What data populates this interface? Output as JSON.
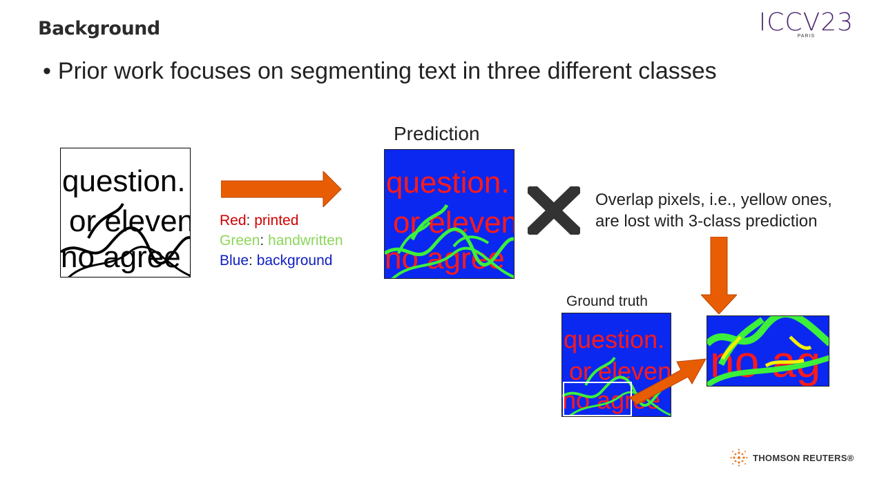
{
  "slide": {
    "title": "Background",
    "bullet": "Prior work focuses on segmenting text in three different classes"
  },
  "conference_logo": {
    "name": "ICCV23",
    "city": "PARIS"
  },
  "legend": {
    "red_key": "Red",
    "red_value": "printed",
    "green_key": "Green",
    "green_value": "handwritten",
    "blue_key": "Blue",
    "blue_value": "background",
    "separator": ": "
  },
  "prediction_label": "Prediction",
  "overlap_note": {
    "line1": "Overlap pixels, i.e., yellow ones,",
    "line2": "are lost with 3-class prediction"
  },
  "ground_truth_label": "Ground truth",
  "sample_text": {
    "line1": "question.",
    "line2": "or eleven",
    "line3": "no agree",
    "crop": "no ag"
  },
  "sponsor_logo": "THOMSON REUTERS®",
  "colors": {
    "orange_arrow": "#e85d04",
    "pred_bg": "#0a28f0",
    "printed": "#ff1a1a",
    "handwritten": "#3cf03c",
    "overlap": "#f5f000",
    "cross": "#333333",
    "logo_purple": "#4e2a72"
  }
}
